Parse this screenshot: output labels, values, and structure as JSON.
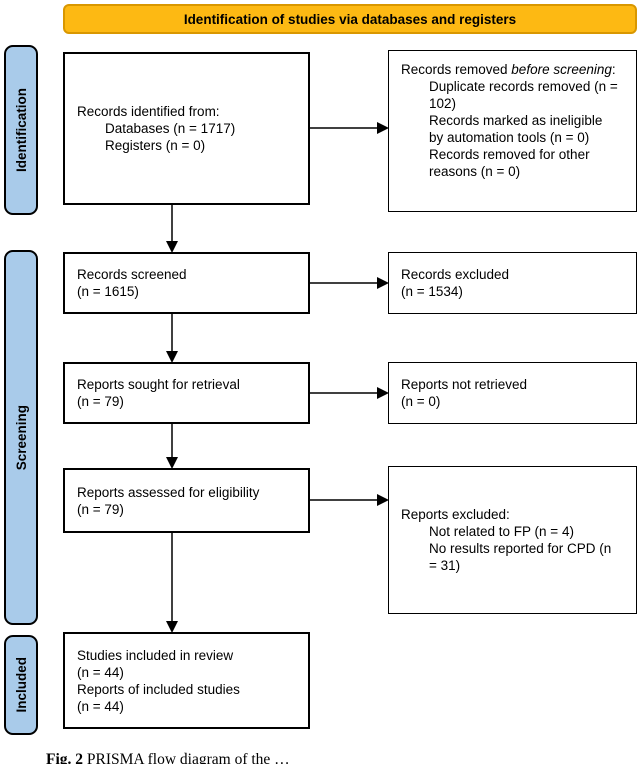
{
  "banner": {
    "title": "Identification of studies via databases and registers"
  },
  "stages": {
    "identification": "Identification",
    "screening": "Screening",
    "included": "Included"
  },
  "flow": {
    "identified": {
      "header": "Records identified from:",
      "items": [
        "Databases (n = 1717)",
        "Registers (n = 0)"
      ]
    },
    "removed": {
      "prefix": "Records removed ",
      "italic": "before screening",
      "suffix": ":",
      "items": [
        "Duplicate records removed (n = 102)",
        "Records marked as ineligible by automation tools (n = 0)",
        "Records removed for other reasons (n = 0)"
      ]
    },
    "screened": {
      "line1": "Records screened",
      "line2": "(n = 1615)"
    },
    "records_excluded": {
      "line1": "Records excluded",
      "line2": "(n = 1534)"
    },
    "sought": {
      "line1": "Reports sought for retrieval",
      "line2": "(n = 79)"
    },
    "not_retrieved": {
      "line1": "Reports not retrieved",
      "line2": "(n = 0)"
    },
    "assessed": {
      "line1": "Reports assessed for eligibility",
      "line2": "(n = 79)"
    },
    "reports_excluded": {
      "header": "Reports excluded:",
      "items": [
        "Not related to FP (n = 4)",
        "No results reported for CPD (n = 31)"
      ]
    },
    "included": {
      "lines": [
        "Studies included in review",
        "(n = 44)",
        "Reports of included studies",
        "(n = 44)"
      ]
    }
  },
  "caption": {
    "bold": "Fig. 2",
    "text": "PRISMA flow diagram of the …"
  },
  "colors": {
    "banner_fill": "#FDB913",
    "banner_border": "#D99700",
    "stage_fill": "#A9CBEA"
  }
}
